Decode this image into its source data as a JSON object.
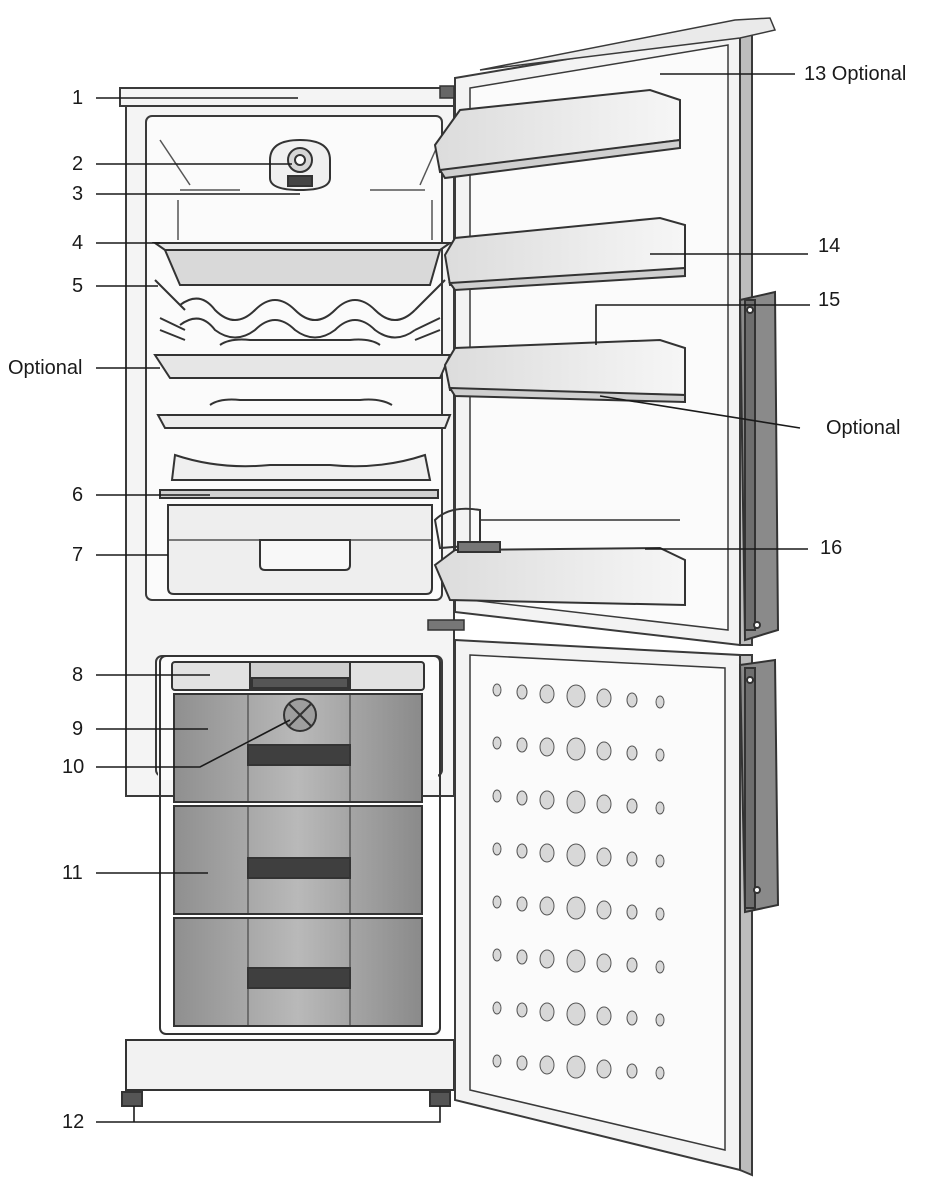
{
  "diagram": {
    "subject": "refrigerator-freezer with open doors",
    "callouts": [
      {
        "id": "c1",
        "text": "1"
      },
      {
        "id": "c2",
        "text": "2"
      },
      {
        "id": "c3",
        "text": "3"
      },
      {
        "id": "c4",
        "text": "4"
      },
      {
        "id": "c5",
        "text": "5"
      },
      {
        "id": "cOptL",
        "text": "Optional"
      },
      {
        "id": "c6",
        "text": "6"
      },
      {
        "id": "c7",
        "text": "7"
      },
      {
        "id": "c8",
        "text": "8"
      },
      {
        "id": "c9",
        "text": "9"
      },
      {
        "id": "c10",
        "text": "10"
      },
      {
        "id": "c11",
        "text": "11"
      },
      {
        "id": "c12",
        "text": "12"
      },
      {
        "id": "c13",
        "text": "13 Optional"
      },
      {
        "id": "c14",
        "text": "14"
      },
      {
        "id": "c15",
        "text": "15"
      },
      {
        "id": "cOptR",
        "text": "Optional"
      },
      {
        "id": "c16",
        "text": "16"
      }
    ],
    "colors": {
      "outline": "#3a3a3a",
      "cabinet": "#f4f4f4",
      "interior": "#fbfbfb",
      "shelf": "#e6e6e6",
      "drawer": "#9a9a9a",
      "drawer_dark": "#4a4a4a",
      "handle": "#7a7a7a"
    }
  }
}
